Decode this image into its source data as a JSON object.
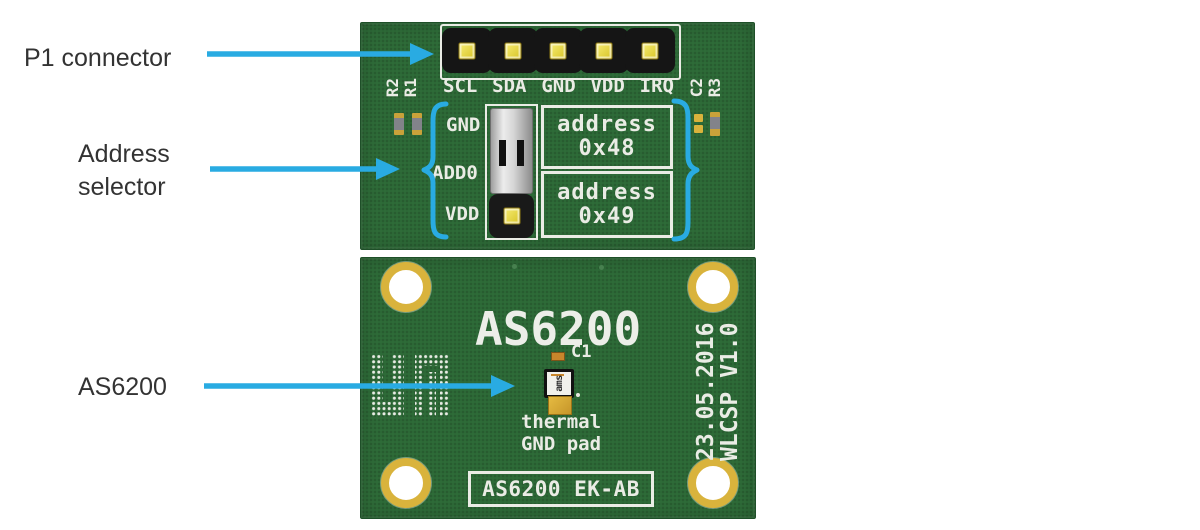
{
  "colors": {
    "accent": "#29abe2",
    "pcb": "#2e6b38",
    "silk": "#eaece5",
    "gold": "#d9b33c",
    "label": "#333333"
  },
  "annotations": {
    "p1": "P1 connector",
    "address_selector": "Address\nselector",
    "chip": "AS6200"
  },
  "top_board": {
    "connector_pins": [
      "SCL",
      "SDA",
      "GND",
      "VDD",
      "IRQ"
    ],
    "refdes": {
      "r2": "R2",
      "r1": "R1",
      "c2": "C2",
      "r3": "R3"
    },
    "selector": {
      "pins": [
        "GND",
        "ADD0",
        "VDD"
      ],
      "options": [
        {
          "line1": "address",
          "line2": "0x48"
        },
        {
          "line1": "address",
          "line2": "0x49"
        }
      ]
    }
  },
  "bottom_board": {
    "title": "AS6200",
    "c1": "C1",
    "chip_marking": "ams",
    "thermal": "thermal\nGND pad",
    "board_name": "AS6200 EK-AB",
    "side_text": "23.05.2016\nWLCSP V1.0"
  }
}
